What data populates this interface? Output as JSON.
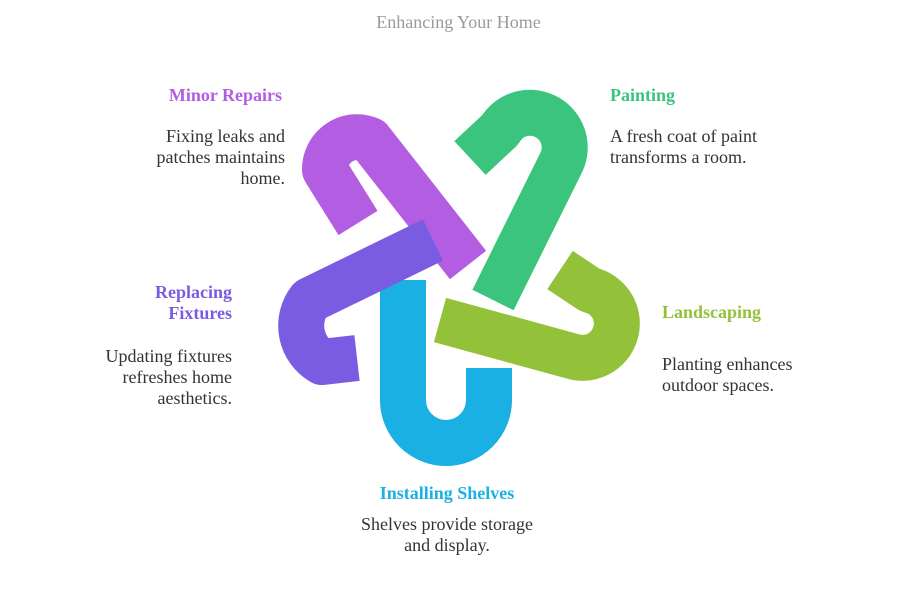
{
  "title": "Enhancing Your Home",
  "items": [
    {
      "key": "minor-repairs",
      "label": "Minor Repairs",
      "description": "Fixing leaks and patches maintains home.",
      "color": "#b35de3"
    },
    {
      "key": "painting",
      "label": "Painting",
      "description": "A fresh coat of paint transforms a room.",
      "color": "#3ac47d"
    },
    {
      "key": "landscaping",
      "label": "Landscaping",
      "description": "Planting enhances outdoor spaces.",
      "color": "#93c23a"
    },
    {
      "key": "installing-shelves",
      "label": "Installing Shelves",
      "description": "Shelves provide storage and display.",
      "color": "#1ab0e3"
    },
    {
      "key": "replacing-fixtures",
      "label": "Replacing Fixtures",
      "description": "Updating fixtures refreshes home aesthetics.",
      "color": "#7a5ce3"
    }
  ]
}
